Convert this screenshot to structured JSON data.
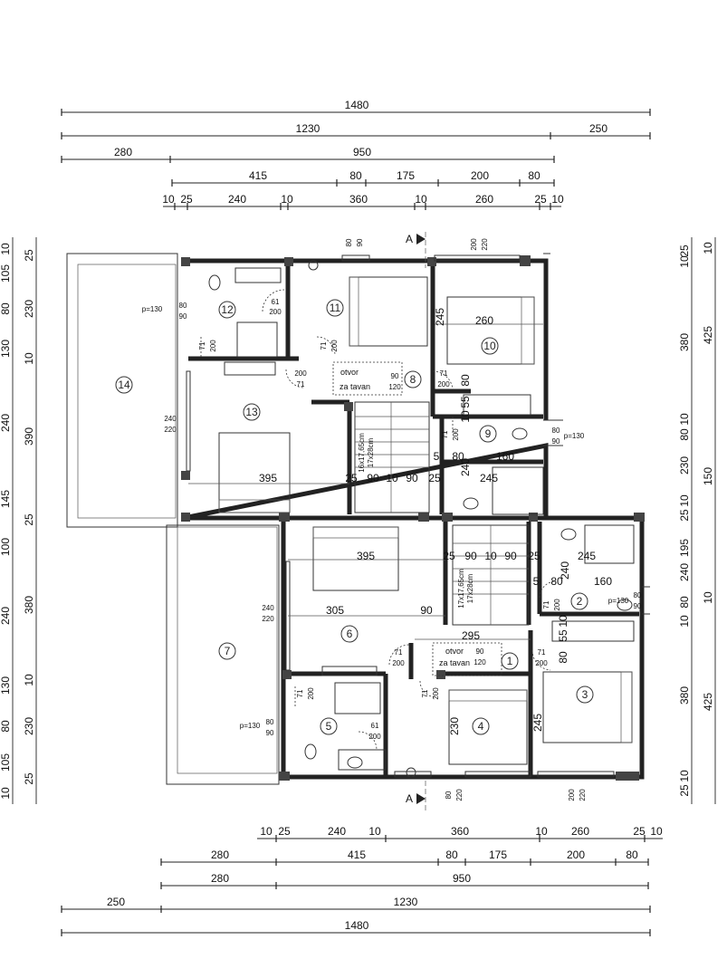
{
  "top_dims": [
    {
      "y": 0,
      "values": [
        "1480"
      ]
    },
    {
      "y": 1,
      "values": [
        "1230",
        "250"
      ]
    },
    {
      "y": 2,
      "values": [
        "280",
        "950"
      ]
    },
    {
      "y": 3,
      "values": [
        "415",
        "80",
        "175",
        "200",
        "80"
      ]
    },
    {
      "y": 4,
      "values": [
        "10",
        "25",
        "240",
        "10",
        "360",
        "10",
        "260",
        "25",
        "10"
      ]
    }
  ],
  "bottom_dims": [
    {
      "values": [
        "10",
        "25",
        "240",
        "10",
        "360",
        "10",
        "260",
        "25",
        "10"
      ]
    },
    {
      "values": [
        "280",
        "415",
        "80",
        "175",
        "200",
        "80"
      ]
    },
    {
      "values": [
        "280",
        "950"
      ]
    },
    {
      "values": [
        "250",
        "1230"
      ]
    },
    {
      "values": [
        "1480"
      ]
    }
  ],
  "left_dims": {
    "col1": [
      "10",
      "105",
      "80",
      "130",
      "240",
      "145",
      "100",
      "240",
      "130",
      "80",
      "105",
      "10"
    ],
    "col2": [
      "25",
      "230",
      "10",
      "390",
      "25",
      "380",
      "10",
      "230",
      "25"
    ]
  },
  "right_dims": {
    "col1": [
      "25",
      "10",
      "380",
      "10",
      "80",
      "230",
      "10",
      "25",
      "195",
      "240",
      "80",
      "10",
      "380",
      "10",
      "25"
    ],
    "col2": [
      "10",
      "425",
      "150",
      "10",
      "425"
    ]
  },
  "rooms": [
    {
      "num": "1"
    },
    {
      "num": "2"
    },
    {
      "num": "3"
    },
    {
      "num": "4"
    },
    {
      "num": "5"
    },
    {
      "num": "6"
    },
    {
      "num": "7"
    },
    {
      "num": "8"
    },
    {
      "num": "9"
    },
    {
      "num": "10"
    },
    {
      "num": "11"
    },
    {
      "num": "12"
    },
    {
      "num": "13"
    },
    {
      "num": "14"
    }
  ],
  "section_marker": "A",
  "attic": {
    "line1": "otvor",
    "line2": "za tavan",
    "w": "90",
    "h": "120"
  },
  "stair": {
    "line1": "16x17,65cm",
    "line2": "17x28cm",
    "line1b": "17x17,65cm",
    "line2b": "17x28cm"
  },
  "inner_dims": {
    "d395a": "395",
    "d395b": "395",
    "d305": "305",
    "d90": "90",
    "d295": "295",
    "d260": "260",
    "d245a": "245",
    "d245b": "245",
    "d245c": "245",
    "d245d": "245",
    "d160a": "160",
    "d160b": "160",
    "d80a": "80",
    "d80b": "80",
    "d80c": "80",
    "d80d": "80",
    "d55a": "55",
    "d55b": "55",
    "d10a": "10",
    "d10b": "10",
    "d5a": "5",
    "d5b": "5",
    "d240a": "240",
    "d240b": "240",
    "d230": "230",
    "d25a": "25",
    "d25b": "25",
    "d25c": "25",
    "d25d": "25",
    "s90a": "90",
    "s10a": "10",
    "s90b": "90",
    "s90c": "90",
    "s10b": "10",
    "s90d": "90"
  },
  "openings": {
    "p130": "p=130",
    "w80": "80",
    "w90": "90",
    "w61": "61",
    "w200": "200",
    "w71": "71",
    "w220": "220",
    "w240": "240"
  }
}
